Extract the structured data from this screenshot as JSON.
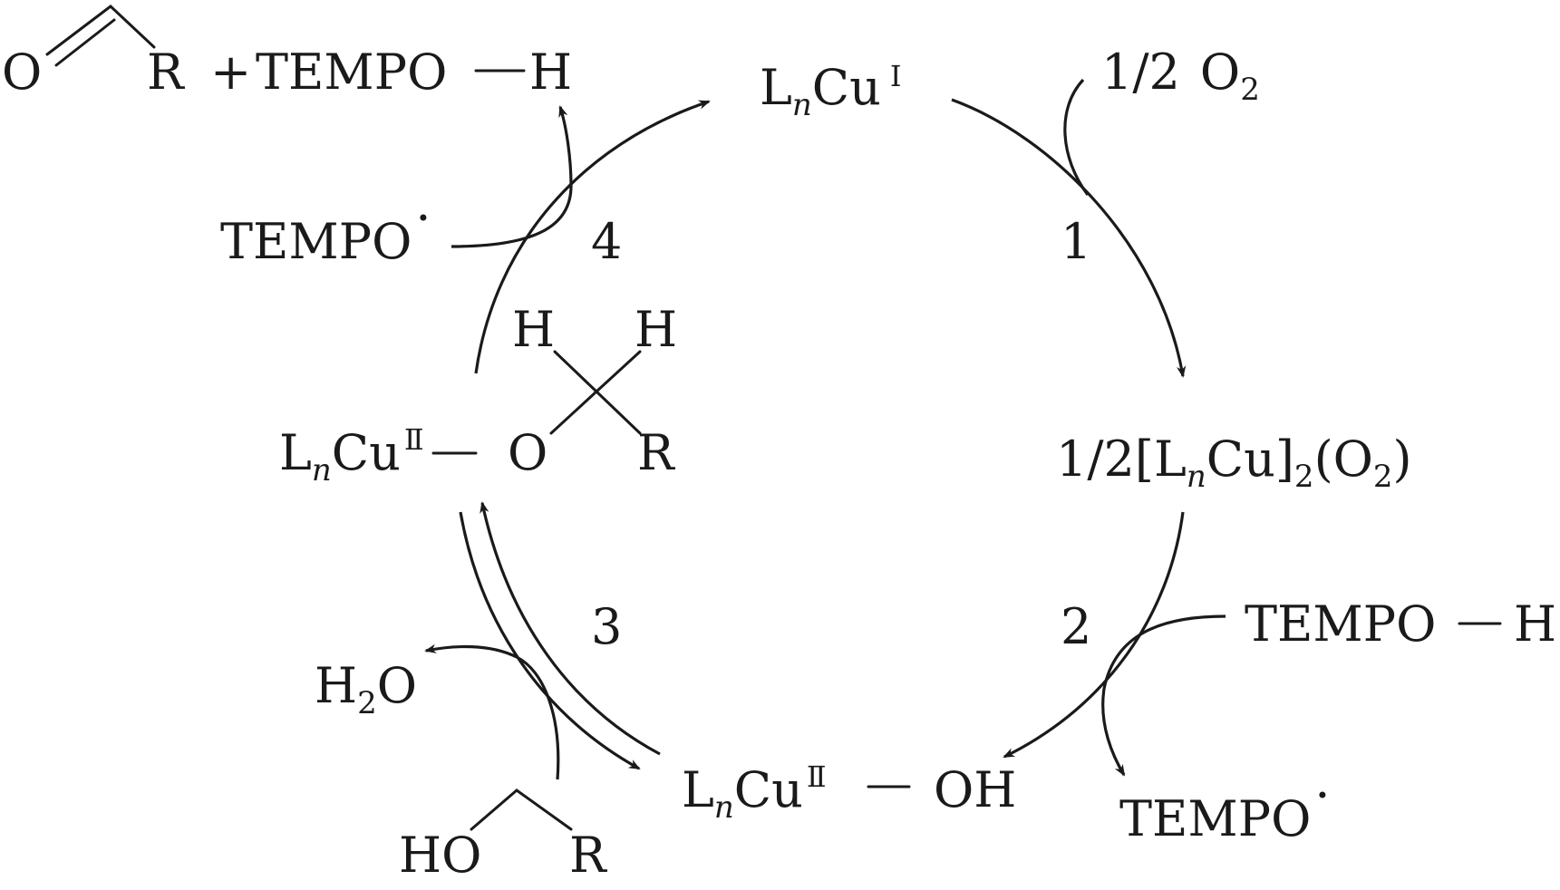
{
  "top_left": {
    "aldehyde_o": "O",
    "aldehyde_r": "R",
    "plus": "+",
    "tempo": "TEMPO",
    "h": "H"
  },
  "top_center": {
    "l": "L",
    "n": "n",
    "cu": "Cu",
    "ox": "I"
  },
  "o2_input": {
    "coef": "1/2",
    "o": "O",
    "sub2": "2"
  },
  "right_complex": {
    "prefix": "1/2[L",
    "n": "n",
    "cu": "Cu]",
    "sub2a": "2",
    "o2": "(O",
    "sub2b": "2",
    "close": ")"
  },
  "right_reagent": {
    "tempo": "TEMPO",
    "h": "H"
  },
  "bottom_right_product": {
    "tempo": "TEMPO",
    "dot": "·"
  },
  "bottom_center": {
    "l": "L",
    "n": "n",
    "cu": "Cu",
    "ox": "Ⅱ",
    "oh": "OH"
  },
  "bottom_left": {
    "water_h": "H",
    "water_sub": "2",
    "water_o": "O",
    "alcohol_ho": "HO",
    "alcohol_r": "R"
  },
  "left_complex": {
    "l": "L",
    "n": "n",
    "cu": "Cu",
    "ox": "Ⅱ",
    "o": "O",
    "h1": "H",
    "h2": "H",
    "r": "R"
  },
  "left_reagent": {
    "tempo": "TEMPO",
    "dot": "·"
  },
  "steps": {
    "s1": "1",
    "s2": "2",
    "s3": "3",
    "s4": "4"
  }
}
